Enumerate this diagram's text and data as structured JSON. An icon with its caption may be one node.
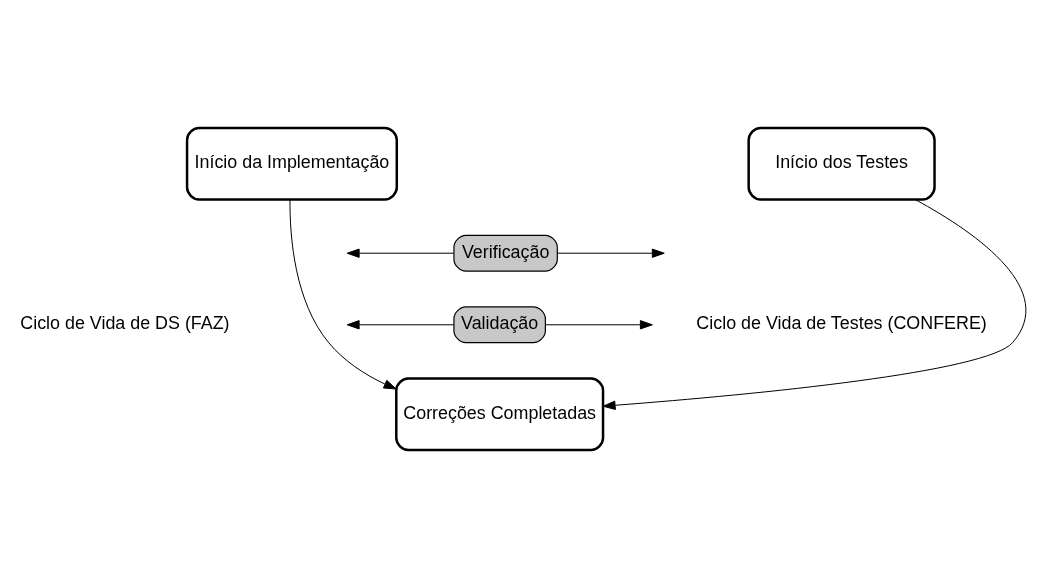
{
  "diagram": {
    "nodes": [
      {
        "text": [
          "Início da Implementação"
        ]
      },
      {
        "text": [
          "Início dos Testes"
        ]
      },
      {
        "text": [
          "Verificação"
        ]
      },
      {
        "text": [
          "Validação"
        ]
      },
      {
        "text": [
          "Correções Completadas"
        ]
      }
    ],
    "edges": [
      {
        "from": 0,
        "to": 4,
        "arrow": "to"
      },
      {
        "from": 1,
        "to": 4,
        "arrow": "to"
      },
      {
        "from": 2,
        "to": null,
        "arrow": "to"
      },
      {
        "from": 2,
        "to": null,
        "arrow": "to"
      },
      {
        "from": 3,
        "to": null,
        "arrow": "to"
      },
      {
        "from": 3,
        "to": null,
        "arrow": "to"
      }
    ],
    "labels": [
      "Ciclo de Vida de DS (FAZ)",
      "Ciclo de Vida de Testes (CONFERE)"
    ]
  }
}
